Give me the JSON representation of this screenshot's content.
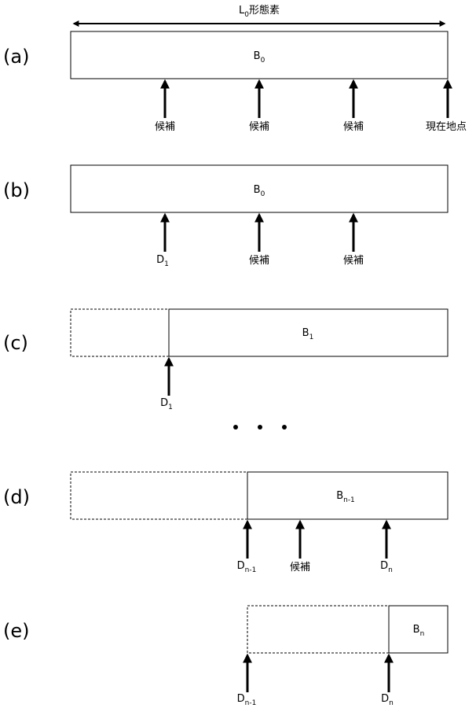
{
  "span_label": {
    "main": "L",
    "sub": "0",
    "rest": "形態素"
  },
  "panels": [
    {
      "label": "(a)",
      "box": {
        "main": "B",
        "sub": "0"
      },
      "arrows": [
        {
          "main": "候補",
          "sub": ""
        },
        {
          "main": "候補",
          "sub": ""
        },
        {
          "main": "候補",
          "sub": ""
        },
        {
          "main": "現在地点",
          "sub": ""
        }
      ]
    },
    {
      "label": "(b)",
      "box": {
        "main": "B",
        "sub": "0"
      },
      "arrows": [
        {
          "main": "D",
          "sub": "1"
        },
        {
          "main": "候補",
          "sub": ""
        },
        {
          "main": "候補",
          "sub": ""
        }
      ]
    },
    {
      "label": "(c)",
      "box": {
        "main": "B",
        "sub": "1"
      },
      "arrows": [
        {
          "main": "D",
          "sub": "1"
        }
      ]
    },
    {
      "label": "(d)",
      "box": {
        "main": "B",
        "sub": "n-1"
      },
      "arrows": [
        {
          "main": "D",
          "sub": "n-1"
        },
        {
          "main": "候補",
          "sub": ""
        },
        {
          "main": "D",
          "sub": "n"
        }
      ]
    },
    {
      "label": "(e)",
      "box": {
        "main": "B",
        "sub": "n"
      },
      "arrows": [
        {
          "main": "D",
          "sub": "n-1"
        },
        {
          "main": "D",
          "sub": "n"
        }
      ]
    }
  ]
}
